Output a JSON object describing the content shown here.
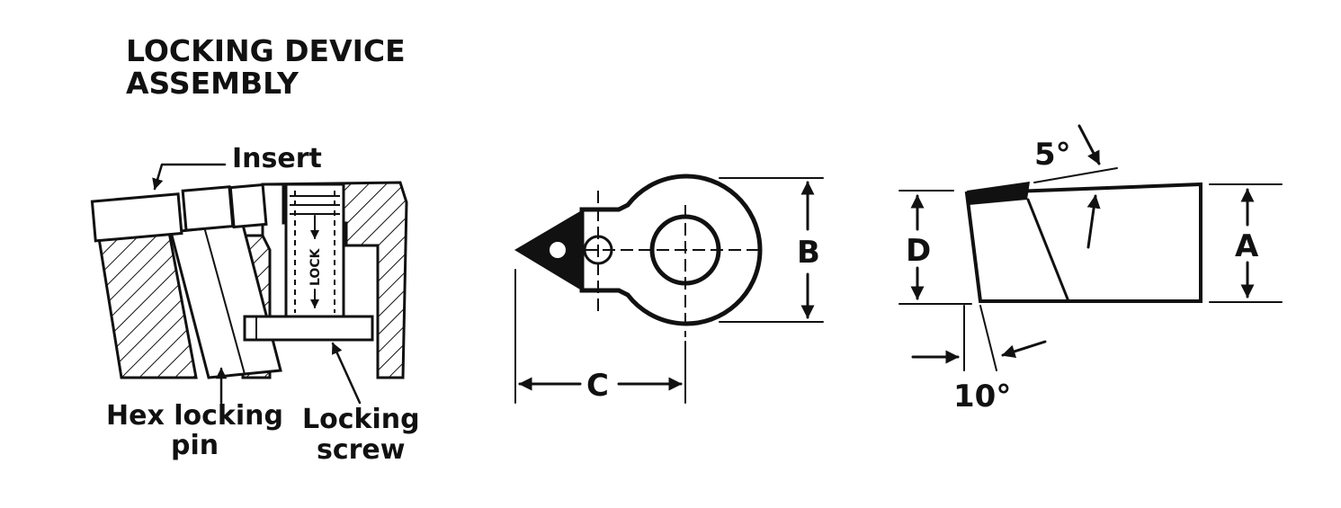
{
  "title": {
    "line1": "LOCKING DEVICE",
    "line2": "ASSEMBLY"
  },
  "assembly": {
    "insert_label": "Insert",
    "lock_text": "LOCK",
    "hex_pin_label_line1": "Hex locking",
    "hex_pin_label_line2": "pin",
    "screw_label_line1": "Locking",
    "screw_label_line2": "screw"
  },
  "top_view": {
    "dim_b": "B",
    "dim_c": "C"
  },
  "side_view": {
    "dim_d": "D",
    "dim_a": "A",
    "angle_top": "5°",
    "angle_bottom": "10°"
  },
  "colors": {
    "ink": "#111111",
    "paper": "#ffffff"
  }
}
